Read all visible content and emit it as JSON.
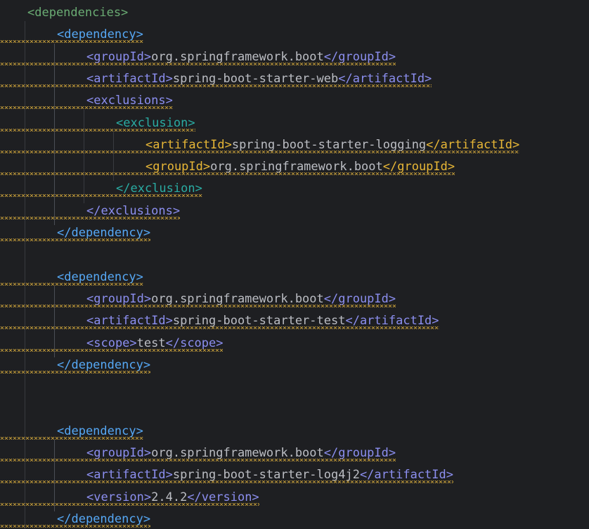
{
  "theme": {
    "background": "#1e1f22",
    "text": "#bcbec4",
    "tag_level_0": "#6aab73",
    "tag_level_1": "#56a8f5",
    "tag_level_2": "#8c8ff0",
    "tag_level_3": "#2aaca3",
    "tag_level_4": "#e8b736",
    "warning_underline": "#c9a13b",
    "indent_guide": "#393b40"
  },
  "code_lines": [
    {
      "indent": 0,
      "tokens": [
        {
          "t": "<dependencies>",
          "c": "tag_level_0"
        }
      ]
    },
    {
      "indent": 1,
      "warn": true,
      "tokens": [
        {
          "t": "<dependency>",
          "c": "tag_level_1"
        }
      ]
    },
    {
      "indent": 2,
      "warn": true,
      "tokens": [
        {
          "t": "<groupId>",
          "c": "tag_level_2"
        },
        {
          "t": "org.springframework.boot",
          "c": "text"
        },
        {
          "t": "</groupId>",
          "c": "tag_level_2"
        }
      ]
    },
    {
      "indent": 2,
      "warn": true,
      "tokens": [
        {
          "t": "<artifactId>",
          "c": "tag_level_2"
        },
        {
          "t": "spring-boot-starter-web",
          "c": "text"
        },
        {
          "t": "</artifactId>",
          "c": "tag_level_2"
        }
      ]
    },
    {
      "indent": 2,
      "warn": true,
      "tokens": [
        {
          "t": "<exclusions>",
          "c": "tag_level_2"
        }
      ]
    },
    {
      "indent": 3,
      "warn": true,
      "tokens": [
        {
          "t": "<exclusion>",
          "c": "tag_level_3"
        }
      ]
    },
    {
      "indent": 4,
      "warn": true,
      "tokens": [
        {
          "t": "<artifactId>",
          "c": "tag_level_4"
        },
        {
          "t": "spring-boot-starter-logging",
          "c": "text"
        },
        {
          "t": "</artifactId>",
          "c": "tag_level_4"
        }
      ]
    },
    {
      "indent": 4,
      "warn": true,
      "tokens": [
        {
          "t": "<groupId>",
          "c": "tag_level_4"
        },
        {
          "t": "org.springframework.boot",
          "c": "text"
        },
        {
          "t": "</groupId>",
          "c": "tag_level_4"
        }
      ]
    },
    {
      "indent": 3,
      "warn": true,
      "tokens": [
        {
          "t": "</exclusion>",
          "c": "tag_level_3"
        }
      ]
    },
    {
      "indent": 2,
      "warn": true,
      "tokens": [
        {
          "t": "</exclusions>",
          "c": "tag_level_2"
        }
      ]
    },
    {
      "indent": 1,
      "warn": true,
      "tokens": [
        {
          "t": "</dependency>",
          "c": "tag_level_1"
        }
      ]
    },
    {
      "indent": 0,
      "tokens": []
    },
    {
      "indent": 1,
      "warn": true,
      "tokens": [
        {
          "t": "<dependency>",
          "c": "tag_level_1"
        }
      ]
    },
    {
      "indent": 2,
      "warn": true,
      "tokens": [
        {
          "t": "<groupId>",
          "c": "tag_level_2"
        },
        {
          "t": "org.springframework.boot",
          "c": "text"
        },
        {
          "t": "</groupId>",
          "c": "tag_level_2"
        }
      ]
    },
    {
      "indent": 2,
      "warn": true,
      "tokens": [
        {
          "t": "<artifactId>",
          "c": "tag_level_2"
        },
        {
          "t": "spring-boot-starter-test",
          "c": "text"
        },
        {
          "t": "</artifactId>",
          "c": "tag_level_2"
        }
      ]
    },
    {
      "indent": 2,
      "warn": true,
      "tokens": [
        {
          "t": "<scope>",
          "c": "tag_level_2"
        },
        {
          "t": "test",
          "c": "text"
        },
        {
          "t": "</scope>",
          "c": "tag_level_2"
        }
      ]
    },
    {
      "indent": 1,
      "warn": true,
      "tokens": [
        {
          "t": "</dependency>",
          "c": "tag_level_1"
        }
      ]
    },
    {
      "indent": 0,
      "tokens": []
    },
    {
      "indent": 0,
      "tokens": []
    },
    {
      "indent": 1,
      "warn": true,
      "tokens": [
        {
          "t": "<dependency>",
          "c": "tag_level_1"
        }
      ]
    },
    {
      "indent": 2,
      "warn": true,
      "tokens": [
        {
          "t": "<groupId>",
          "c": "tag_level_2"
        },
        {
          "t": "org.springframework.boot",
          "c": "text"
        },
        {
          "t": "</groupId>",
          "c": "tag_level_2"
        }
      ]
    },
    {
      "indent": 2,
      "warn": true,
      "tokens": [
        {
          "t": "<artifactId>",
          "c": "tag_level_2"
        },
        {
          "t": "spring-boot-starter-log4j2",
          "c": "text"
        },
        {
          "t": "</artifactId>",
          "c": "tag_level_2"
        }
      ]
    },
    {
      "indent": 2,
      "warn": true,
      "tokens": [
        {
          "t": "<version>",
          "c": "tag_level_2"
        },
        {
          "t": "2.4.2",
          "c": "text"
        },
        {
          "t": "</version>",
          "c": "tag_level_2"
        }
      ]
    },
    {
      "indent": 1,
      "warn": true,
      "tokens": [
        {
          "t": "</dependency>",
          "c": "tag_level_1"
        }
      ]
    }
  ]
}
